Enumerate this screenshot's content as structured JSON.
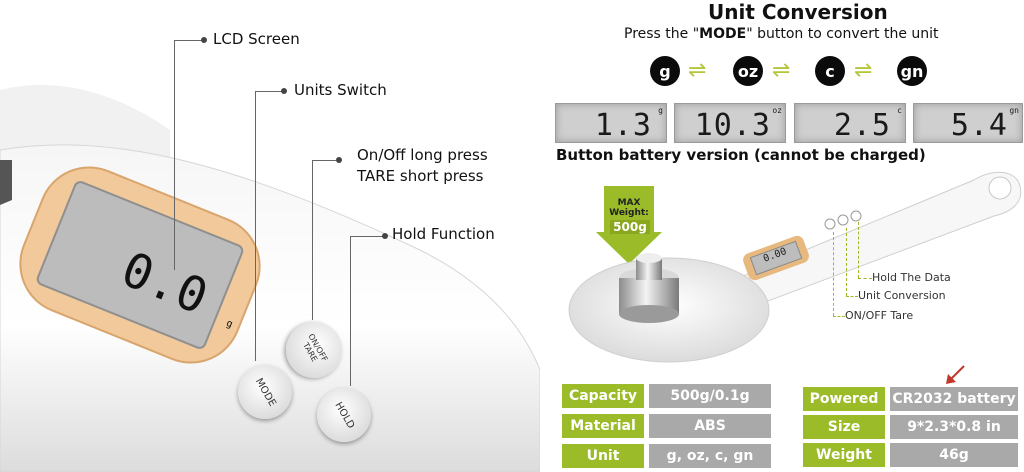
{
  "left": {
    "callouts": {
      "lcd": "LCD Screen",
      "units": "Units Switch",
      "onoff_1": "On/Off long press",
      "onoff_2": "TARE short press",
      "hold": "Hold Function"
    },
    "display_value": "0.0",
    "display_unit": "g",
    "buttons": {
      "mode": "MODE",
      "onoff_1": "ON/OFF",
      "onoff_2": "TARE",
      "hold": "HOLD"
    }
  },
  "right": {
    "title": "Unit Conversion",
    "subtitle_pre": "Press the \"",
    "subtitle_bold": "MODE",
    "subtitle_post": "\" button to convert the unit",
    "units": [
      "g",
      "oz",
      "c",
      "gn"
    ],
    "arrow_glyph": "⇌",
    "readings": [
      {
        "value": "1.3",
        "unit": "g"
      },
      {
        "value": "10.3",
        "unit": "oz"
      },
      {
        "value": "2.5",
        "unit": "c"
      },
      {
        "value": "5.4",
        "unit": "gn"
      }
    ],
    "battery_heading": "Button battery version (cannot be charged)",
    "max_weight": {
      "line1": "MAX",
      "line2": "Weight:",
      "value": "500g"
    },
    "spoon_display": "0.00",
    "spoon_labels": {
      "hold": "Hold The Data",
      "unit": "Unit Conversion",
      "tare": "ON/OFF Tare"
    },
    "specs_left": [
      {
        "label": "Capacity",
        "value": "500g/0.1g"
      },
      {
        "label": "Material",
        "value": "ABS"
      },
      {
        "label": "Unit",
        "value": "g, oz, c, gn"
      }
    ],
    "specs_right": [
      {
        "label": "Powered",
        "value": "CR2032 battery"
      },
      {
        "label": "Size",
        "value": "9*2.3*0.8 in"
      },
      {
        "label": "Weight",
        "value": "46g"
      }
    ],
    "colors": {
      "green": "#9bbb29",
      "gray": "#a9a9a9",
      "lcd_orange": "#f2c99a"
    }
  }
}
